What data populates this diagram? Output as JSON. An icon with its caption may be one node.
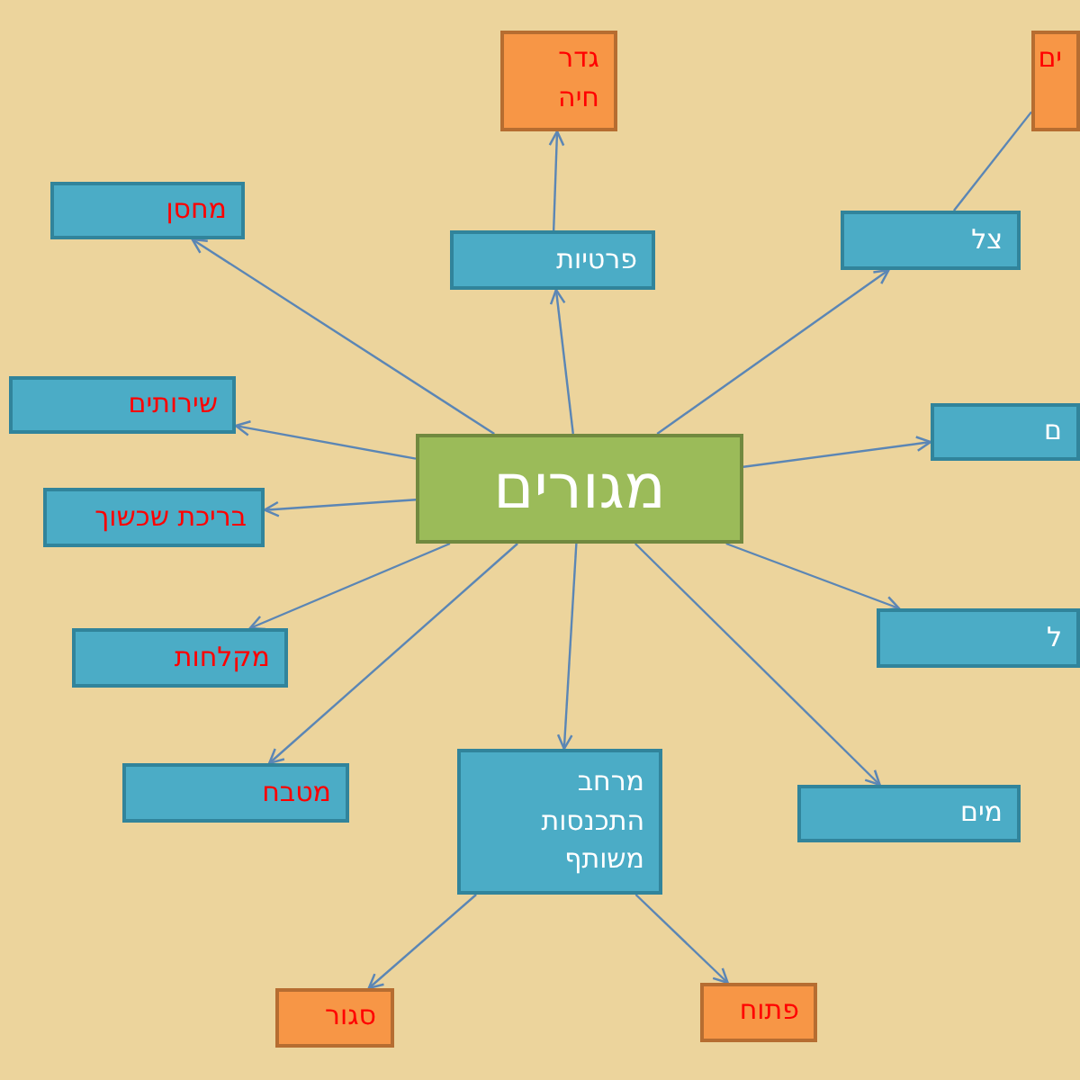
{
  "diagram": {
    "nodes": [
      {
        "text": [
          "מגורים"
        ]
      },
      {
        "text": [
          "גדר חיה"
        ]
      },
      {
        "text": [
          "ים"
        ]
      },
      {
        "text": [
          "מחסן"
        ]
      },
      {
        "text": [
          "פרטיות"
        ]
      },
      {
        "text": [
          "צל"
        ]
      },
      {
        "text": [
          "שירותים"
        ]
      },
      {
        "text": [
          "ם"
        ]
      },
      {
        "text": [
          "בריכת שכשוך"
        ]
      },
      {
        "text": [
          "ל"
        ]
      },
      {
        "text": [
          "מקלחות"
        ]
      },
      {
        "text": [
          "מטבח"
        ]
      },
      {
        "text": [
          "מרחב התכנסות משותף"
        ]
      },
      {
        "text": [
          "מים"
        ]
      },
      {
        "text": [
          "סגור"
        ]
      },
      {
        "text": [
          "פתוח"
        ]
      }
    ],
    "edges": [
      {
        "from": 0,
        "to": 3,
        "arrow": "to"
      },
      {
        "from": 0,
        "to": 4,
        "arrow": "to"
      },
      {
        "from": 0,
        "to": 5,
        "arrow": "to"
      },
      {
        "from": 0,
        "to": 6,
        "arrow": "to"
      },
      {
        "from": 0,
        "to": 7,
        "arrow": "to"
      },
      {
        "from": 0,
        "to": 8,
        "arrow": "to"
      },
      {
        "from": 0,
        "to": 9,
        "arrow": "to"
      },
      {
        "from": 0,
        "to": 10,
        "arrow": "to"
      },
      {
        "from": 0,
        "to": 11,
        "arrow": "to"
      },
      {
        "from": 0,
        "to": 12,
        "arrow": "to"
      },
      {
        "from": 0,
        "to": 13,
        "arrow": "to"
      },
      {
        "from": 4,
        "to": 1,
        "arrow": "to"
      },
      {
        "from": 5,
        "to": 2,
        "arrow": "none"
      },
      {
        "from": 12,
        "to": 14,
        "arrow": "to"
      },
      {
        "from": 12,
        "to": 15,
        "arrow": "to"
      }
    ]
  }
}
